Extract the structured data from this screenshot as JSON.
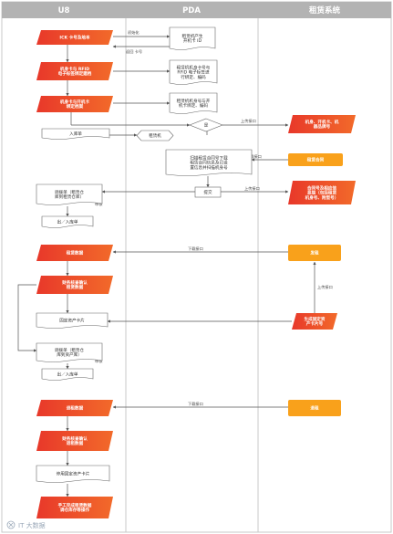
{
  "header": {
    "col1": "U8",
    "col2": "PDA",
    "col3": "租赁系统"
  },
  "colors": {
    "header_bg": "#b3b3b3",
    "orange_dark": "#e8382a",
    "orange_light": "#f9a11b",
    "lane_line": "#c9c9c9",
    "arrow": "#555555"
  },
  "nodes": {
    "n1": [
      "ICK 卡号及地本"
    ],
    "n2": [
      "租赁机产生",
      "开机卡 ID"
    ],
    "n3": [
      "机身卡与 RFID",
      "电子标签绑定建档"
    ],
    "n4": [
      "租赁机机身卡号与",
      "RFID 电子标签进",
      "行绑定、编码"
    ],
    "n5": [
      "机身卡与开机卡",
      "绑定档案"
    ],
    "n6": [
      "租赁机机身号与开",
      "机卡绑定、编码"
    ],
    "n7": [
      "租赁机"
    ],
    "n8": [
      "入库单"
    ],
    "n9": [
      "机身、开机卡、机",
      "器品牌号"
    ],
    "n10": [
      "租赁合同"
    ],
    "n11": [
      "扫描租赁合同号下载",
      "租赁合同信息及已设",
      "置信息并扫描机身号"
    ],
    "n12": [
      "提交"
    ],
    "n13": [
      "调拨单（租赁仓",
      "库到租赁仓库）"
    ],
    "n14": [
      "出／入库单"
    ],
    "n15": [
      "合同号及相应信",
      "息描（包括租赁",
      "机身号、附型号）"
    ],
    "n16": [
      "租赁数据"
    ],
    "n17": [
      "发租"
    ],
    "n18": [
      "财务核查确认",
      "租赁数据"
    ],
    "n19": [
      "固定资产卡片"
    ],
    "n20": [
      "生成固定资",
      "产卡片号"
    ],
    "n21": [
      "调拨单（租赁仓",
      "库到资产库）"
    ],
    "n22": [
      "出／入库单"
    ],
    "n23": [
      "退租数据"
    ],
    "n24": [
      "退租"
    ],
    "n25": [
      "财务核查确认",
      "退租数据"
    ],
    "n26": [
      "停用固定资产卡片"
    ],
    "n27": [
      "手工完成租赁数据",
      "调仓库存等操作"
    ],
    "diamond": [
      "是"
    ]
  },
  "labels": {
    "l1": "初始化",
    "l2": "返回 卡号",
    "l3": "上传接口",
    "l4": "审核",
    "l5": "下载接口",
    "l6": "上传接口",
    "l7": "审核",
    "l8": "下载接口",
    "l9": "上传接口",
    "l10": "审核",
    "l11": "下载接口"
  },
  "watermark": "IT 大数据",
  "icons": {
    "watermark": "logo-icon"
  }
}
